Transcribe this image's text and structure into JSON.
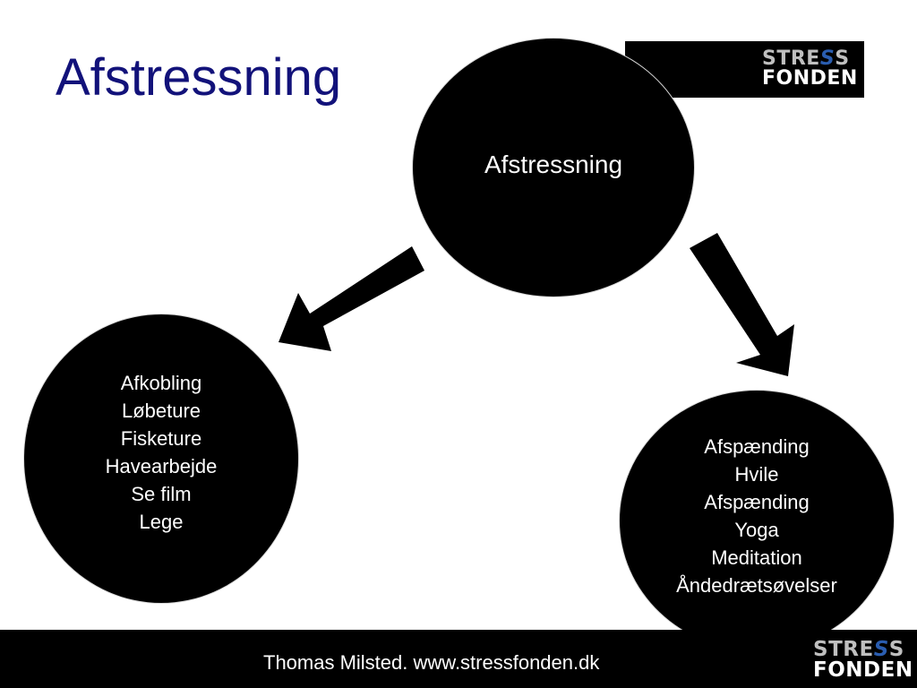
{
  "slide": {
    "title": "Afstressning"
  },
  "diagram": {
    "center": {
      "label": "Afstressning"
    },
    "left": {
      "items": [
        "Afkobling",
        "Løbeture",
        "Fisketure",
        "Havearbejde",
        "Se film",
        "Lege"
      ]
    },
    "right": {
      "items": [
        "Afspænding",
        "Hvile",
        "Afspænding",
        "Yoga",
        "Meditation",
        "Åndedrætsøvelser"
      ]
    }
  },
  "logo": {
    "line1_a": "STRE",
    "line1_accent": "S",
    "line1_b": "S",
    "line2": "FONDEN"
  },
  "footer": {
    "text": "Thomas Milsted. www.stressfonden.dk"
  },
  "colors": {
    "title": "#12127a",
    "circle_fill": "#000000",
    "logo_accent": "#2a5db0"
  }
}
